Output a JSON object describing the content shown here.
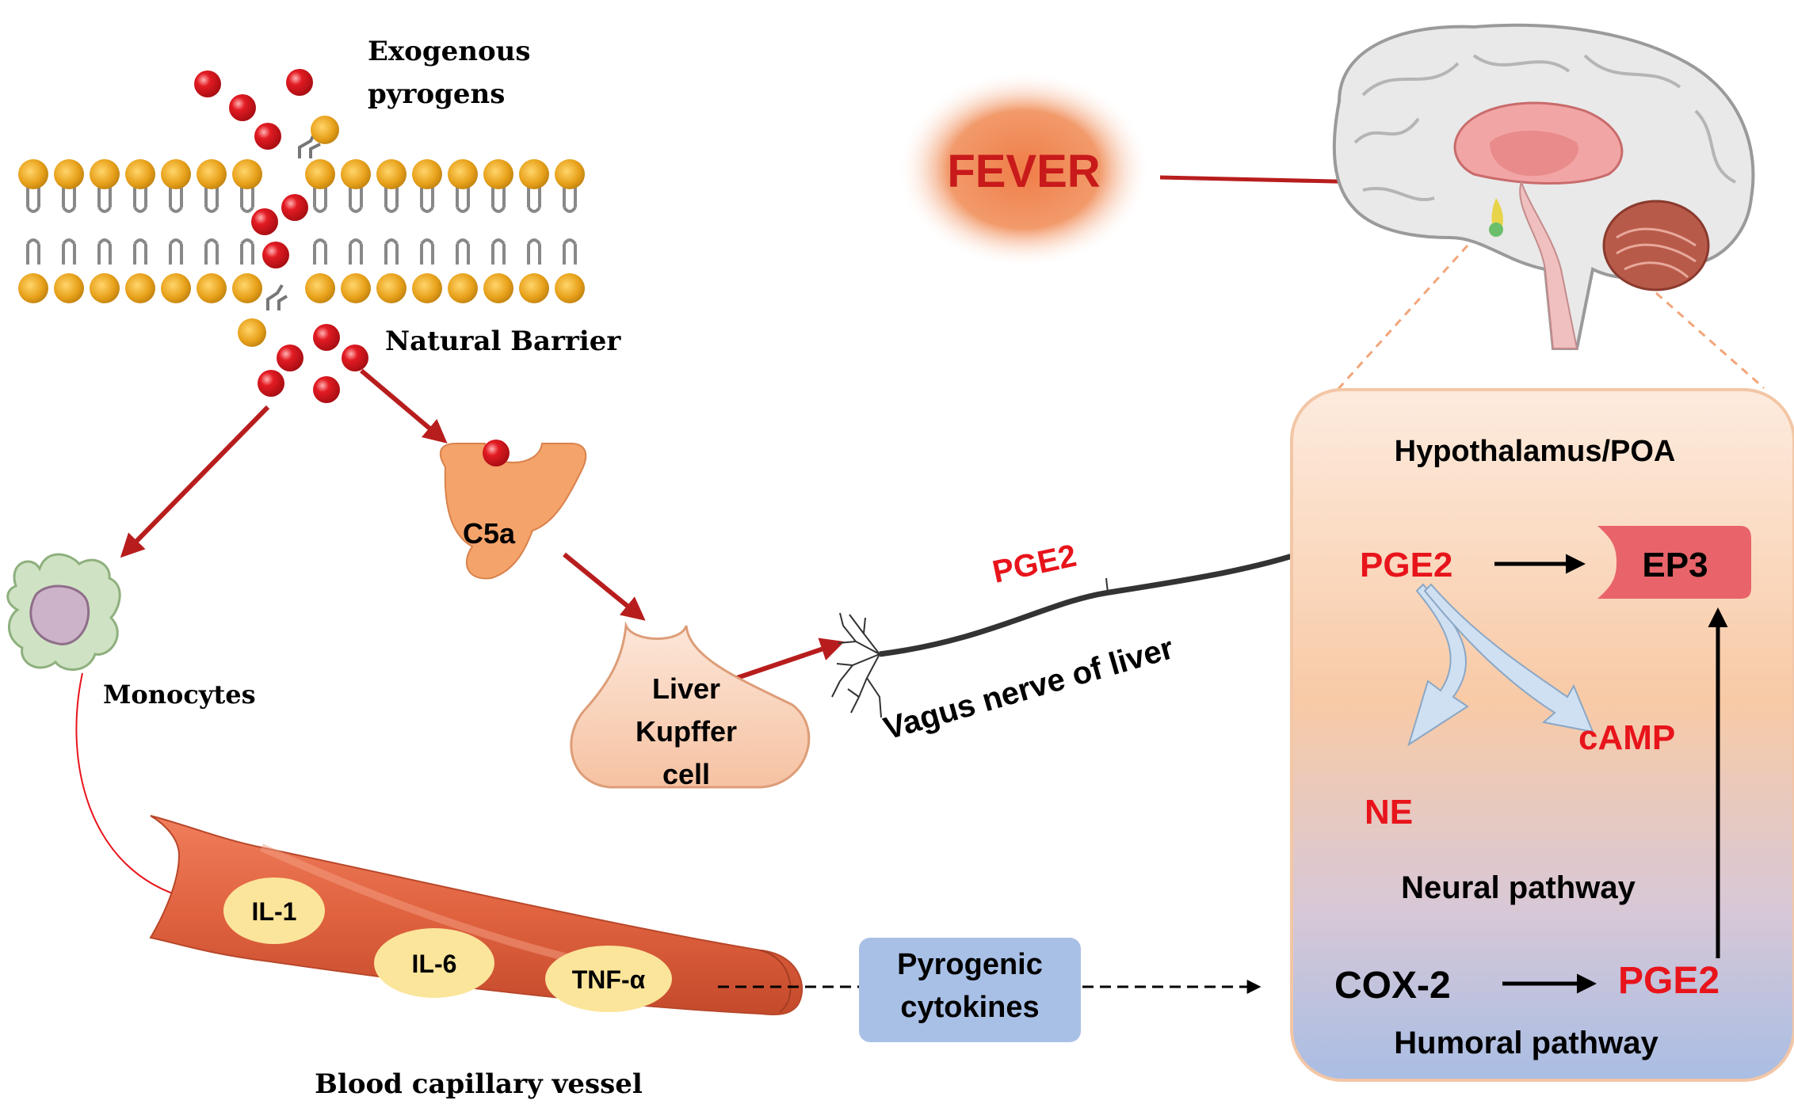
{
  "colors": {
    "red_text": "#e8141b",
    "arrow_red": "#b81d1d",
    "pyrogen_ball": "#e31b23",
    "lipid_head": "#e8a11a",
    "vessel": "#e0623f",
    "cytokine_disc": "#fbe59a",
    "box_gradient_top": "#fbe6d6",
    "box_gradient_bottom": "#aec1e3",
    "cytokine_box": "#a9c0e6",
    "ep3_box": "#e8646a",
    "fever_glow": "#ef8a5a",
    "kupffer": "#f9d3bb",
    "c5a": "#f4a36a"
  },
  "labels": {
    "exogenous_pyrogens_l1": "Exogenous",
    "exogenous_pyrogens_l2": "pyrogens",
    "natural_barrier": "Natural Barrier",
    "monocytes": "Monocytes",
    "c5a": "C5a",
    "kupffer_l1": "Liver",
    "kupffer_l2": "Kupffer",
    "kupffer_l3": "cell",
    "pge2_nerve": "PGE2",
    "vagus_nerve": "Vagus nerve of liver",
    "fever": "FEVER",
    "il1": "IL-1",
    "il6": "IL-6",
    "tnf": "TNF-α",
    "blood_vessel": "Blood capillary vessel",
    "pyrogenic_l1": "Pyrogenic",
    "pyrogenic_l2": "cytokines"
  },
  "hypothalamus": {
    "title": "Hypothalamus/POA",
    "pge2_top": "PGE2",
    "ep3": "EP3",
    "camp": "cAMP",
    "ne": "NE",
    "neural_pathway": "Neural pathway",
    "cox2": "COX-2",
    "pge2_bottom": "PGE2",
    "humoral_pathway": "Humoral pathway"
  },
  "icons": [
    "pyrogen-particle",
    "lipid-bilayer",
    "monocyte-cell",
    "c5a-receptor",
    "kupffer-cell",
    "neuron-dendrite",
    "brain",
    "blood-vessel"
  ]
}
